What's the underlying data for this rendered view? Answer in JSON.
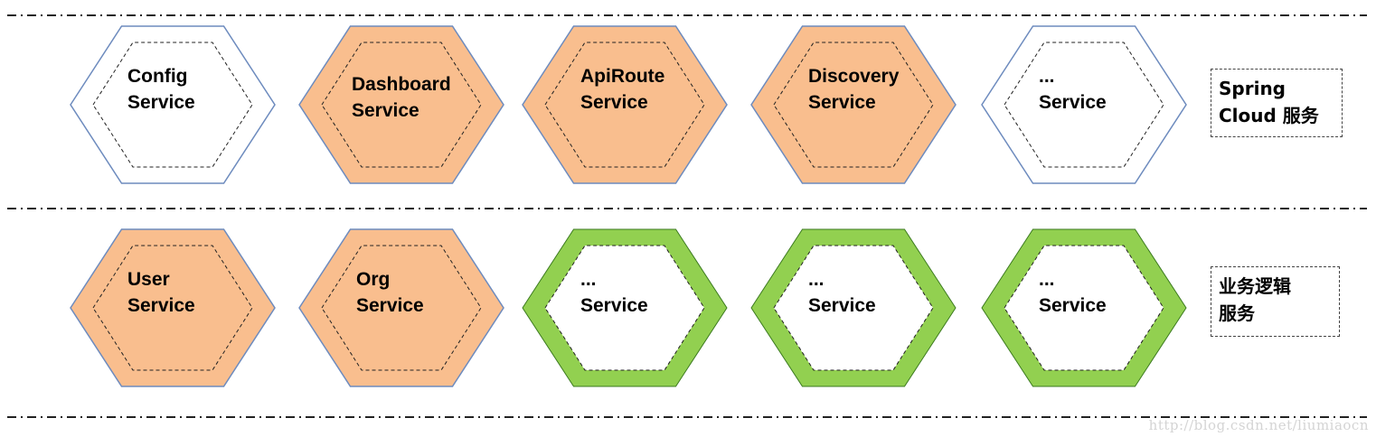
{
  "colors": {
    "orange_fill": "#F9BE8E",
    "blue_outline": "#6D8BBE",
    "green_ring": "#92D050",
    "green_ring_edge": "#3B7A1F",
    "separator": "#222222"
  },
  "rows": [
    {
      "hexagons": [
        {
          "line1": "Config",
          "line2": "Service",
          "style": "white"
        },
        {
          "line1": "Dashboard",
          "line2": "Service",
          "style": "orange"
        },
        {
          "line1": "ApiRoute",
          "line2": "Service",
          "style": "orange"
        },
        {
          "line1": "Discovery",
          "line2": "Service",
          "style": "orange"
        },
        {
          "line1": "...",
          "line2": "Service",
          "style": "white"
        }
      ],
      "group_label": {
        "line1": "Spring",
        "line2": "Cloud 服务"
      }
    },
    {
      "hexagons": [
        {
          "line1": "User",
          "line2": "Service",
          "style": "orange"
        },
        {
          "line1": "Org",
          "line2": "Service",
          "style": "orange"
        },
        {
          "line1": "...",
          "line2": "Service",
          "style": "green"
        },
        {
          "line1": "...",
          "line2": "Service",
          "style": "green"
        },
        {
          "line1": "...",
          "line2": "Service",
          "style": "green"
        }
      ],
      "group_label": {
        "line1": "业务逻辑",
        "line2": "服务"
      }
    }
  ],
  "watermark": "http://blog.csdn.net/liumiaocn"
}
